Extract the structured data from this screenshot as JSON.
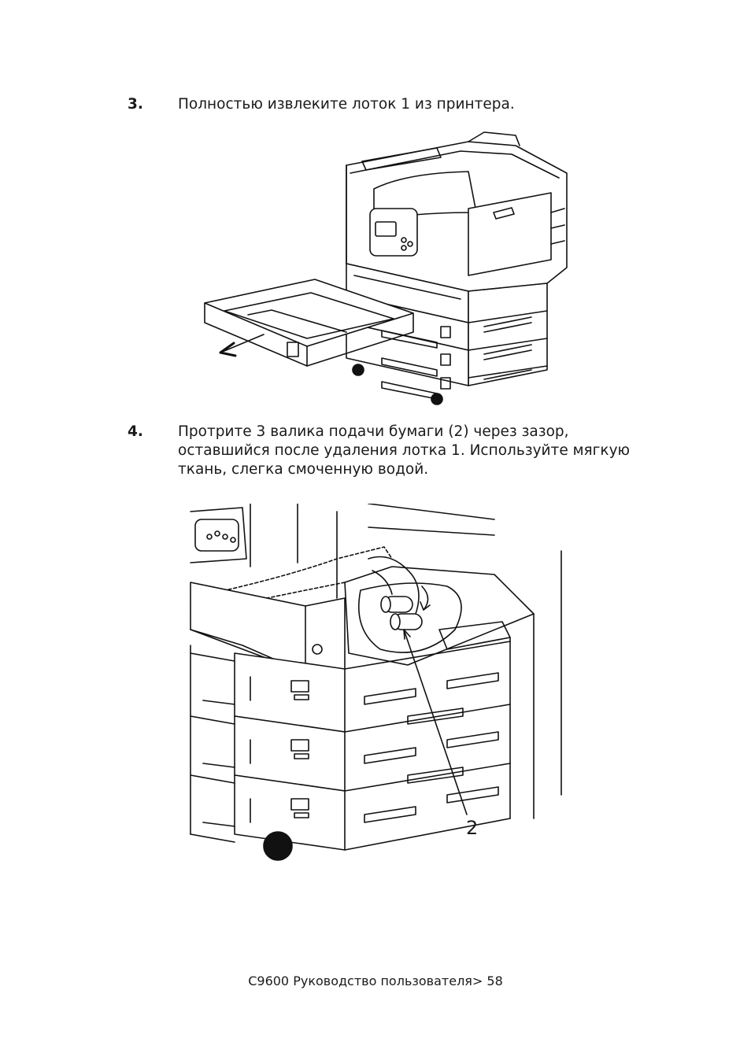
{
  "steps": [
    {
      "number": "3.",
      "lines": [
        "Полностью извлеките лоток 1 из принтера."
      ]
    },
    {
      "number": "4.",
      "lines": [
        "Протрите 3 валика подачи бумаги (2) через зазор,",
        "оставшийся после удаления лотка 1. Используйте мягкую",
        "ткань, слегка смоченную водой."
      ]
    }
  ],
  "figures": {
    "printer_tray_removal": {
      "icon": "printer-tray-removal-illustration"
    },
    "roller_cleaning": {
      "icon": "roller-cleaning-illustration",
      "callout": "2"
    }
  },
  "footer": "C9600 Руководство пользователя> 58"
}
